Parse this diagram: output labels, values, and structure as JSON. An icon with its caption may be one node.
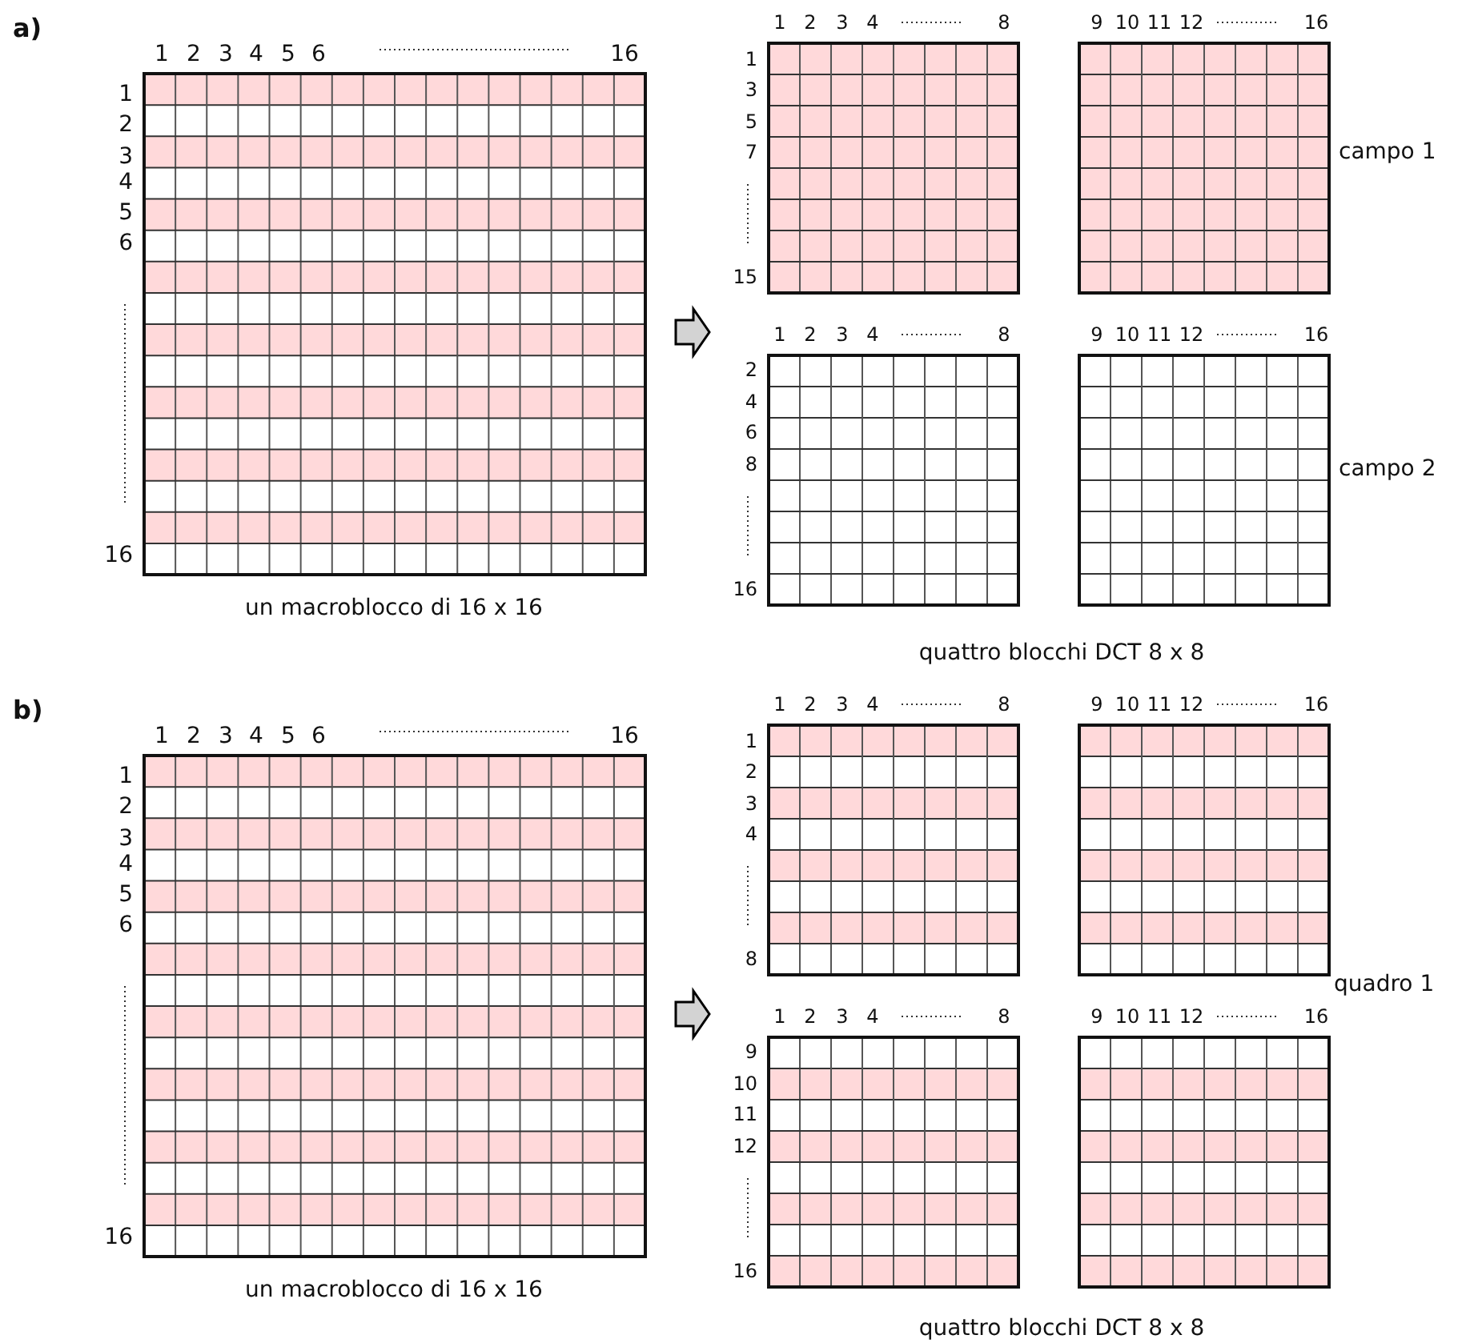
{
  "diagram": {
    "labels": [
      "a)",
      "1",
      "2",
      "3",
      "4",
      "5",
      "6",
      "16",
      "1",
      "2",
      "3",
      "4",
      "5",
      "6",
      "16",
      "un macroblocco di 16 x 16",
      "1",
      "2",
      "3",
      "4",
      "8",
      "9",
      "10",
      "11",
      "12",
      "16",
      "1",
      "3",
      "5",
      "7",
      "15",
      "campo 1",
      "1",
      "2",
      "3",
      "4",
      "8",
      "9",
      "10",
      "11",
      "12",
      "16",
      "2",
      "4",
      "6",
      "8",
      "16",
      "campo 2",
      "quattro blocchi DCT 8 x 8",
      "b)",
      "1",
      "2",
      "3",
      "4",
      "5",
      "6",
      "16",
      "1",
      "2",
      "3",
      "4",
      "5",
      "6",
      "16",
      "un macroblocco di 16 x 16",
      "1",
      "2",
      "3",
      "4",
      "8",
      "9",
      "10",
      "11",
      "12",
      "16",
      "1",
      "2",
      "3",
      "4",
      "8",
      "quadro 1",
      "1",
      "2",
      "3",
      "4",
      "8",
      "9",
      "10",
      "11",
      "12",
      "16",
      "9",
      "10",
      "11",
      "12",
      "16",
      "quattro blocchi DCT 8 x 8"
    ]
  }
}
